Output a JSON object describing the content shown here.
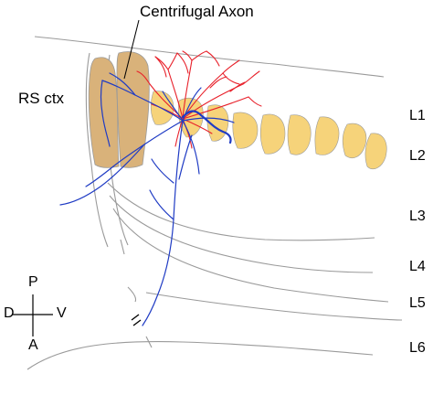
{
  "labels": {
    "title": "Centrifugal Axon",
    "region": "RS ctx",
    "layers": [
      "L1",
      "L2",
      "L3",
      "L4",
      "L5",
      "L6"
    ],
    "axes": {
      "dorsal": "D",
      "ventral": "V",
      "posterior": "P",
      "anterior": "A"
    },
    "break_mark": "//"
  },
  "colors": {
    "background": "#ffffff",
    "outline": "#9a9a9a",
    "rs_cortex_fill": "#d9b27a",
    "glomerulus_fill": "#f6d37a",
    "dendrite_red": "#e8202a",
    "axon_blue": "#1f3bc4"
  }
}
